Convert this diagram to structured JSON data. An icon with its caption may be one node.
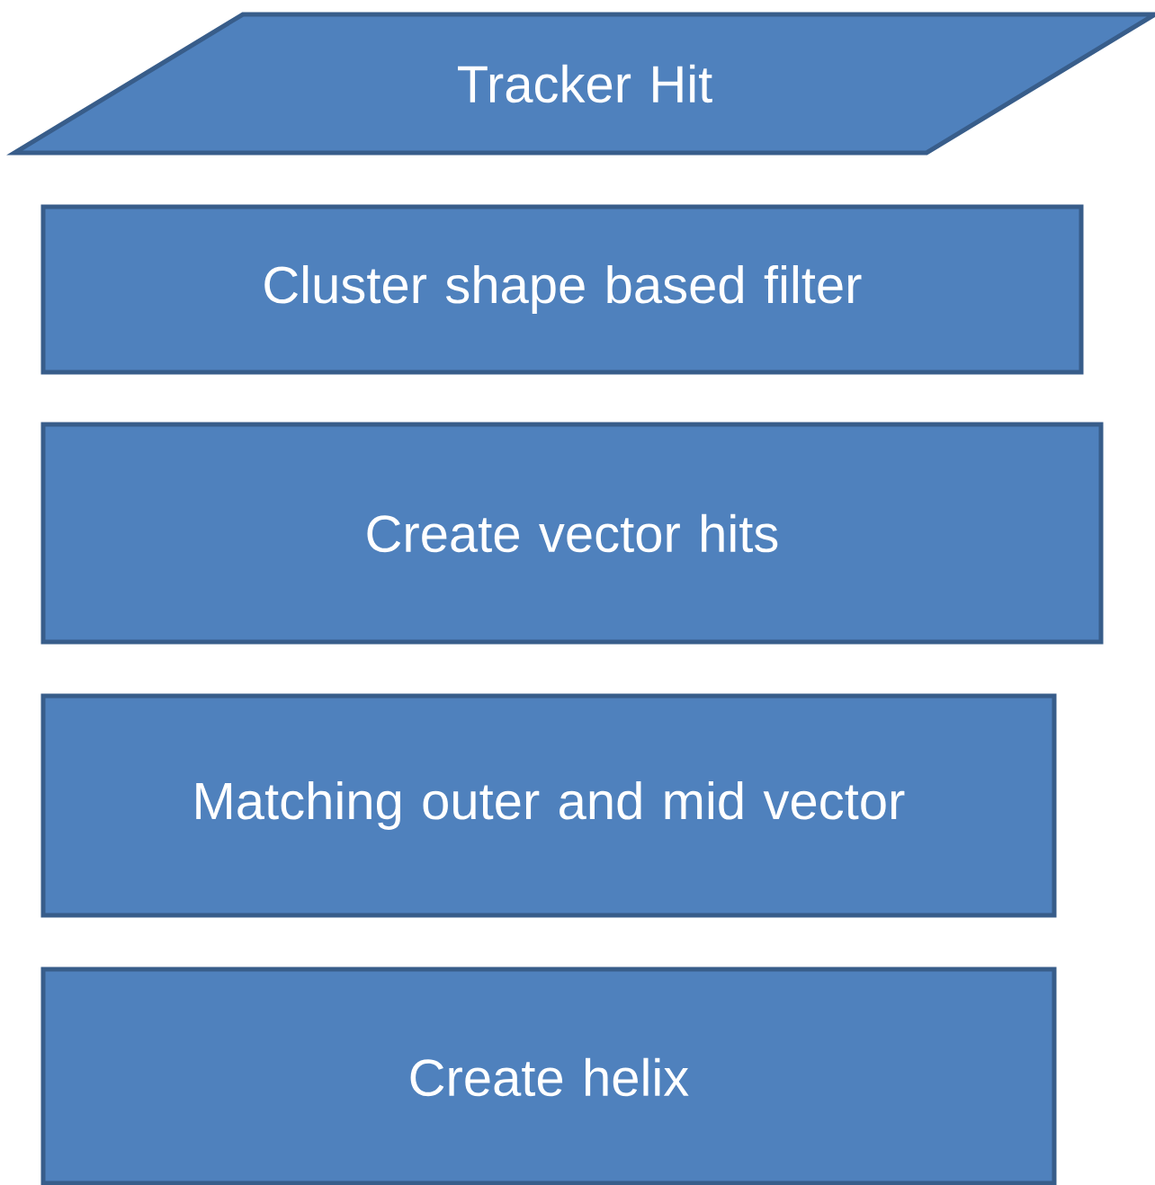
{
  "diagram": {
    "nodes": [
      {
        "text": [
          "Tracker Hit"
        ]
      },
      {
        "text": [
          "Cluster shape based filter"
        ]
      },
      {
        "text": [
          "Create vector hits"
        ]
      },
      {
        "text": [
          "Matching outer and mid vector"
        ]
      },
      {
        "text": [
          "Create helix"
        ]
      }
    ]
  }
}
